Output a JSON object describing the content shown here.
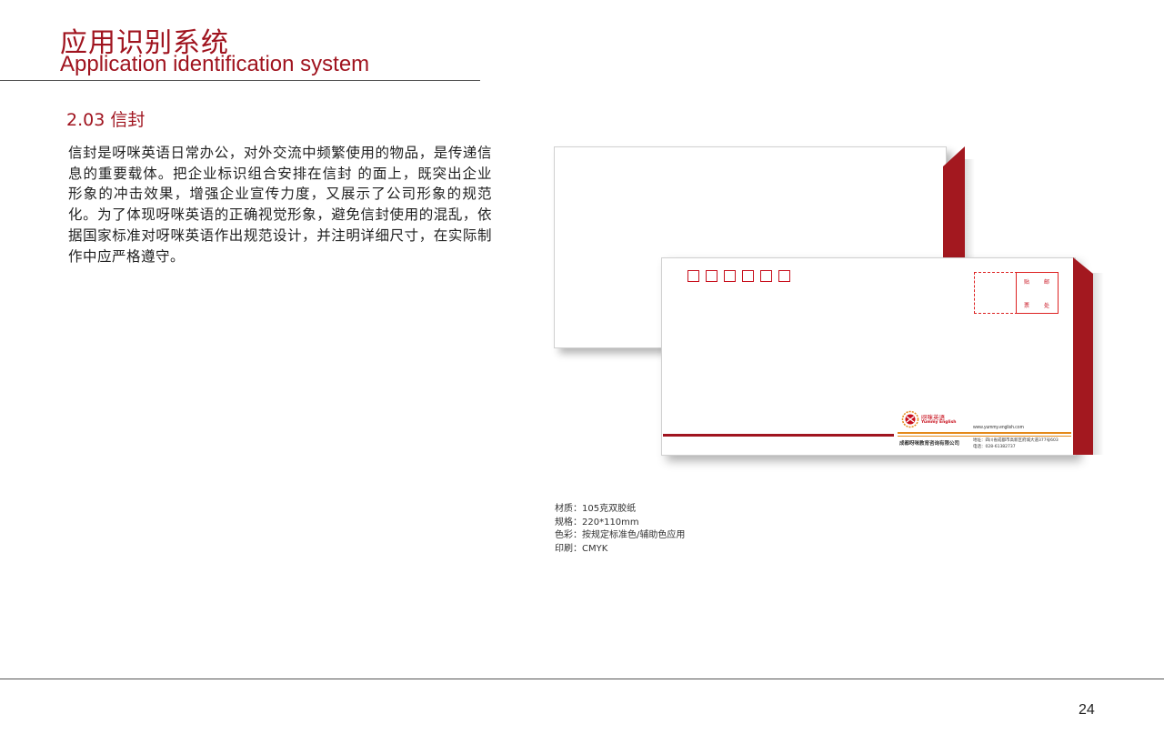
{
  "header": {
    "title_cn": "应用识别系统",
    "title_en": "Application identification system"
  },
  "section": {
    "heading": "2.03  信封",
    "body": "信封是呀咪英语日常办公，对外交流中频繁使用的物品，是传递信息的重要载体。把企业标识组合安排在信封  的面上，既突出企业形象的冲击效果，增强企业宣传力度，又展示了公司形象的规范化。为了体现呀咪英语的正确视觉形象，避免信封使用的混乱，依据国家标准对呀咪英语作出规范设计，并注明详细尺寸，在实际制作中应严格遵守。"
  },
  "envelope": {
    "stamp_chars": [
      "贴",
      "邮",
      "票",
      "处"
    ],
    "logo_cn": "呀咪英语",
    "logo_en": "Yummy English",
    "website": "www.yummy.english.com",
    "company": "成都呀咪教育咨询有限公司",
    "address": "地址：四川省成都市高新区府城大道377号603",
    "phone": "电话：028-61382737",
    "colors": {
      "brand_red": "#a3181f",
      "accent_orange": "#e48a1b"
    }
  },
  "specs": {
    "material": "材质：105克双胶纸",
    "size": "规格：220*110mm",
    "color": "色彩：按规定标准色/辅助色应用",
    "print": "印刷：CMYK"
  },
  "footer": {
    "page_number": "24"
  }
}
